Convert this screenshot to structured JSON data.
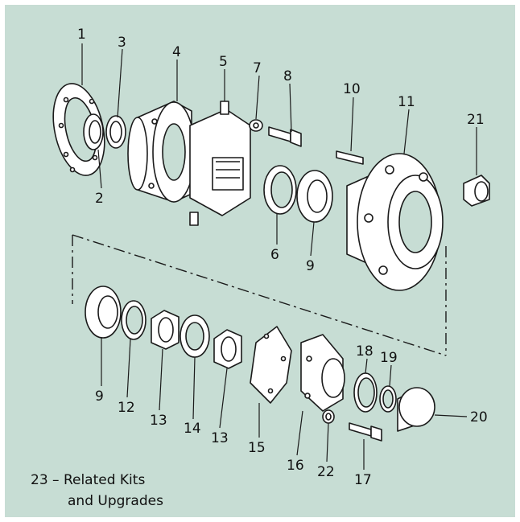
{
  "diagram": {
    "colors": {
      "background": "#c7ddd4",
      "line": "#1a1a1a",
      "part_fill": "#ffffff"
    },
    "callouts": [
      {
        "id": "c1",
        "text": "1"
      },
      {
        "id": "c2",
        "text": "2"
      },
      {
        "id": "c3",
        "text": "3"
      },
      {
        "id": "c4",
        "text": "4"
      },
      {
        "id": "c5",
        "text": "5"
      },
      {
        "id": "c6",
        "text": "6"
      },
      {
        "id": "c7",
        "text": "7"
      },
      {
        "id": "c8",
        "text": "8"
      },
      {
        "id": "c9a",
        "text": "9"
      },
      {
        "id": "c9b",
        "text": "9"
      },
      {
        "id": "c10",
        "text": "10"
      },
      {
        "id": "c11",
        "text": "11"
      },
      {
        "id": "c12",
        "text": "12"
      },
      {
        "id": "c13a",
        "text": "13"
      },
      {
        "id": "c13b",
        "text": "13"
      },
      {
        "id": "c14",
        "text": "14"
      },
      {
        "id": "c15",
        "text": "15"
      },
      {
        "id": "c16",
        "text": "16"
      },
      {
        "id": "c17",
        "text": "17"
      },
      {
        "id": "c18",
        "text": "18"
      },
      {
        "id": "c19",
        "text": "19"
      },
      {
        "id": "c20",
        "text": "20"
      },
      {
        "id": "c21",
        "text": "21"
      },
      {
        "id": "c22",
        "text": "22"
      }
    ],
    "caption": {
      "line1": "23 – Related Kits",
      "line2": "and Upgrades"
    }
  }
}
